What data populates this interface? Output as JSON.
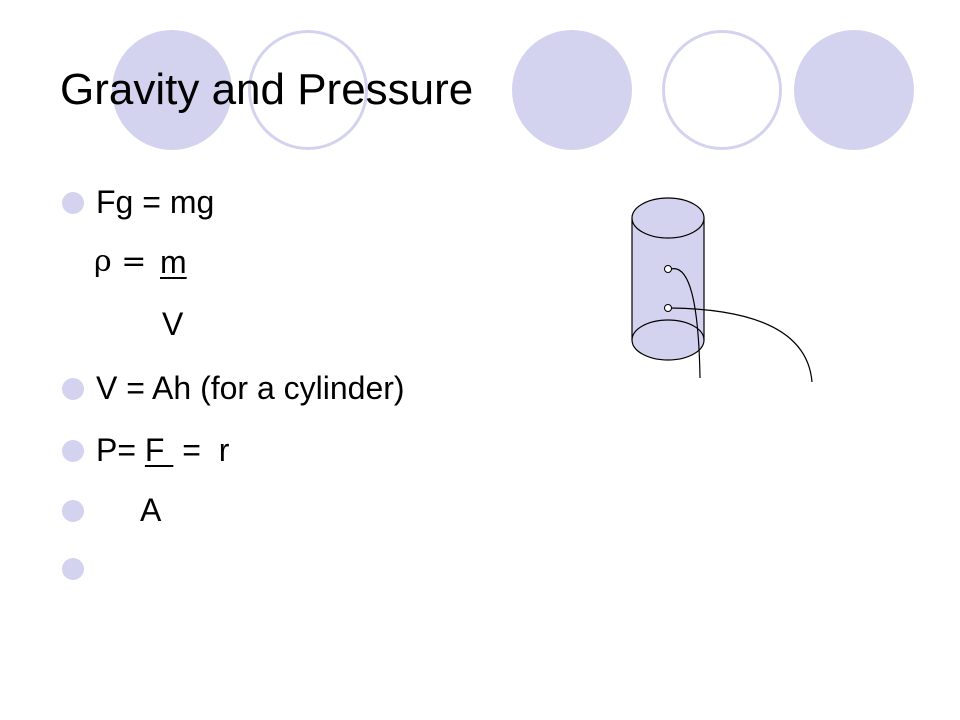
{
  "slide": {
    "title": "Gravity and Pressure",
    "bullets": {
      "b1": "Fg = mg",
      "b2": "V = Ah (for a cylinder)",
      "b3_prefix": "P= ",
      "b3_underlined": "F ",
      "b3_suffix": " =  r",
      "b4": "  A",
      "b5": ""
    },
    "density": {
      "symbol": "ρ",
      "equals": "=",
      "numerator": "m",
      "denominator": "V"
    }
  },
  "colors": {
    "accent": "#d4d3ef",
    "text": "#000000",
    "background": "#ffffff"
  }
}
